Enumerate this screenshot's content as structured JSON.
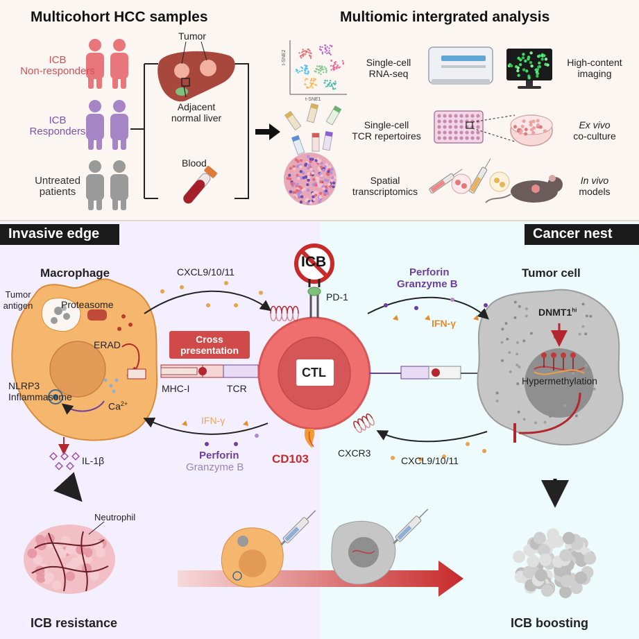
{
  "colors": {
    "top_bg": "#fbf6f2",
    "left_bg": "#f4efff",
    "right_bg": "#eefbfd",
    "nonresponder": "#e9767a",
    "responder": "#a685c6",
    "untreated": "#9a9a9a",
    "macrophage": "#f5b66e",
    "ctl": "#ef6f6f",
    "tumor_cell": "#c6c6c6",
    "accent_red": "#c0393b",
    "accent_orange": "#e68a2e",
    "accent_purple": "#6b3fa0"
  },
  "top": {
    "left_title": "Multicohort HCC samples",
    "right_title": "Multiomic intergrated analysis",
    "groups": [
      {
        "label_line1": "ICB",
        "label_line2": "Non-responders"
      },
      {
        "label_line1": "ICB",
        "label_line2": "Responders"
      },
      {
        "label_line1": "Untreated",
        "label_line2": "patients"
      }
    ],
    "tissue": {
      "tumor": "Tumor",
      "adjacent_line1": "Adjacent",
      "adjacent_line2": "normal liver",
      "blood": "Blood"
    },
    "analyses": [
      {
        "line1": "Single-cell",
        "line2": "RNA-seq"
      },
      {
        "line1": "Single-cell",
        "line2": "TCR repertoires"
      },
      {
        "line1": "Spatial",
        "line2": "transcriptomics"
      }
    ],
    "methods": [
      {
        "line1": "High-content",
        "line2": "imaging"
      },
      {
        "line1": "Ex vivo",
        "line2": "co-culture"
      },
      {
        "line1": "In vivo",
        "line2": "models"
      }
    ],
    "tsne_x": "t-SNE1",
    "tsne_y": "t-SNE2"
  },
  "bottom": {
    "left_banner": "Invasive edge",
    "right_banner": "Cancer nest",
    "macrophage_title": "Macrophage",
    "tumor_antigen_line1": "Tumor",
    "tumor_antigen_line2": "antigen",
    "proteasome": "Proteasome",
    "erad": "ERAD",
    "nlrp3_line1": "NLRP3",
    "nlrp3_line2": "Inflammasome",
    "ca": "Ca",
    "ca_sup": "2+",
    "il1b": "IL-1β",
    "cross_line1": "Cross",
    "cross_line2": "presentation",
    "mhc": "MHC-I",
    "tcr": "TCR",
    "cxcl_top": "CXCL9/10/11",
    "ifn_left": "IFN-γ",
    "perforin_left": "Perforin",
    "granzyme_left": "Granzyme B",
    "icb": "ICB",
    "pd1": "PD-1",
    "ctl": "CTL",
    "cd103": "CD103",
    "cxcr3": "CXCR3",
    "perforin_right": "Perforin",
    "granzyme_right": "Granzyme B",
    "ifn_right": "IFN-γ",
    "tumor_cell_title": "Tumor cell",
    "dnmt1": "DNMT1",
    "dnmt1_sup": "hi",
    "hypermethylation": "Hypermethylation",
    "cxcl_bottom": "CXCL9/10/11",
    "neutrophil": "Neutrophil",
    "icb_resistance": "ICB resistance",
    "icb_boosting": "ICB boosting"
  }
}
